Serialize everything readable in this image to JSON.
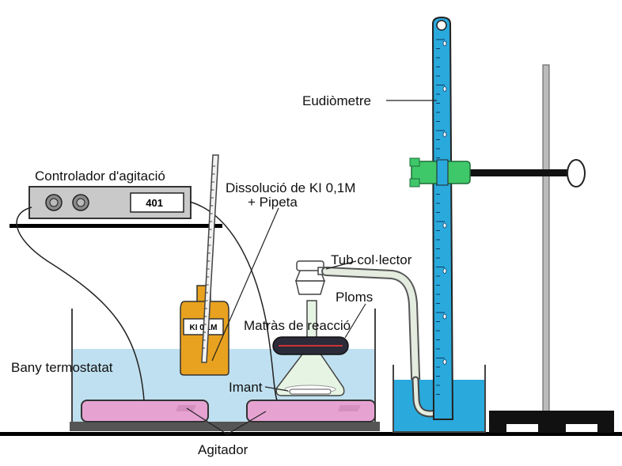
{
  "labels": {
    "eudiometre": "Eudiòmetre",
    "controlador": "Controlador d'agitació",
    "dissolucio_line1": "Dissolució de KI 0,1M",
    "dissolucio_line2": "+ Pipeta",
    "tub_collector": "Tub col·lector",
    "ploms": "Ploms",
    "matras": "Matràs de reacció",
    "bany": "Bany termostatat",
    "imant": "Imant",
    "agitador": "Agitador"
  },
  "controller_display": "401",
  "bottle_label": "KI 0,1M",
  "colors": {
    "water": "#bfe0f0",
    "beaker_water": "#2aa9dc",
    "tube_blue": "#2aa9dc",
    "clamp_green": "#3fc86a",
    "stirrer_pink": "#e6a3d2",
    "bottle_orange": "#e8a21f",
    "ring_dark": "#2b2b3a"
  }
}
